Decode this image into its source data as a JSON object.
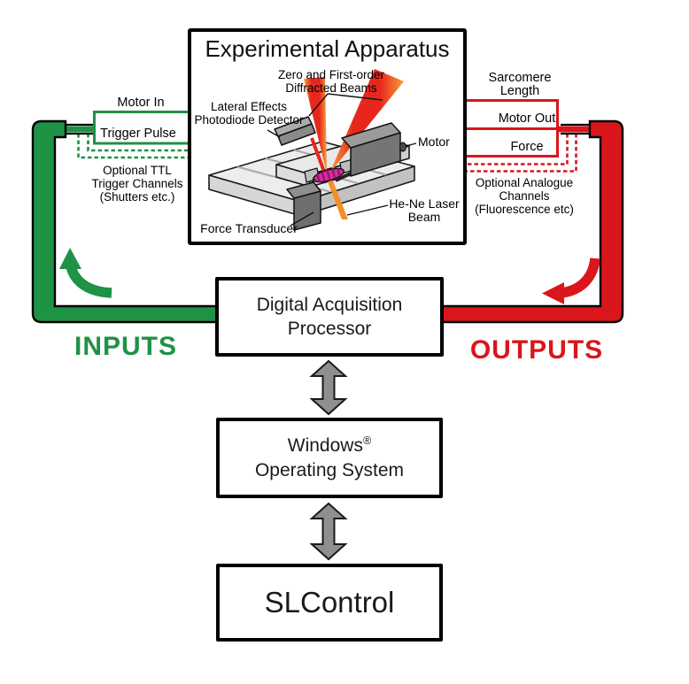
{
  "apparatus": {
    "title": "Experimental Apparatus",
    "labels": {
      "diffracted_beams": [
        "Zero and First-order",
        "Diffracted Beams"
      ],
      "photodiode": [
        "Lateral Effects",
        "Photodiode Detector"
      ],
      "motor": "Motor",
      "laser": [
        "He-Ne Laser",
        "Beam"
      ],
      "force_transducer": "Force Transducer"
    }
  },
  "inputs": {
    "heading": "INPUTS",
    "color": "#1E9245",
    "channels": {
      "motor_in": "Motor In",
      "trigger_pulse": "Trigger Pulse",
      "optional": [
        "Optional TTL",
        "Trigger Channels",
        "(Shutters etc.)"
      ]
    }
  },
  "outputs": {
    "heading": "OUTPUTS",
    "color": "#D9161B",
    "channels": {
      "sarcomere": [
        "Sarcomere",
        "Length"
      ],
      "motor_out": "Motor Out",
      "force": "Force",
      "optional": [
        "Optional Analogue",
        "Channels",
        "(Fluorescence etc)"
      ]
    }
  },
  "boxes": {
    "dap": [
      "Digital Acquisition",
      "Processor"
    ],
    "os": {
      "name": "Windows",
      "registered": "®",
      "line2": "Operating System"
    },
    "slcontrol": "SLControl"
  }
}
